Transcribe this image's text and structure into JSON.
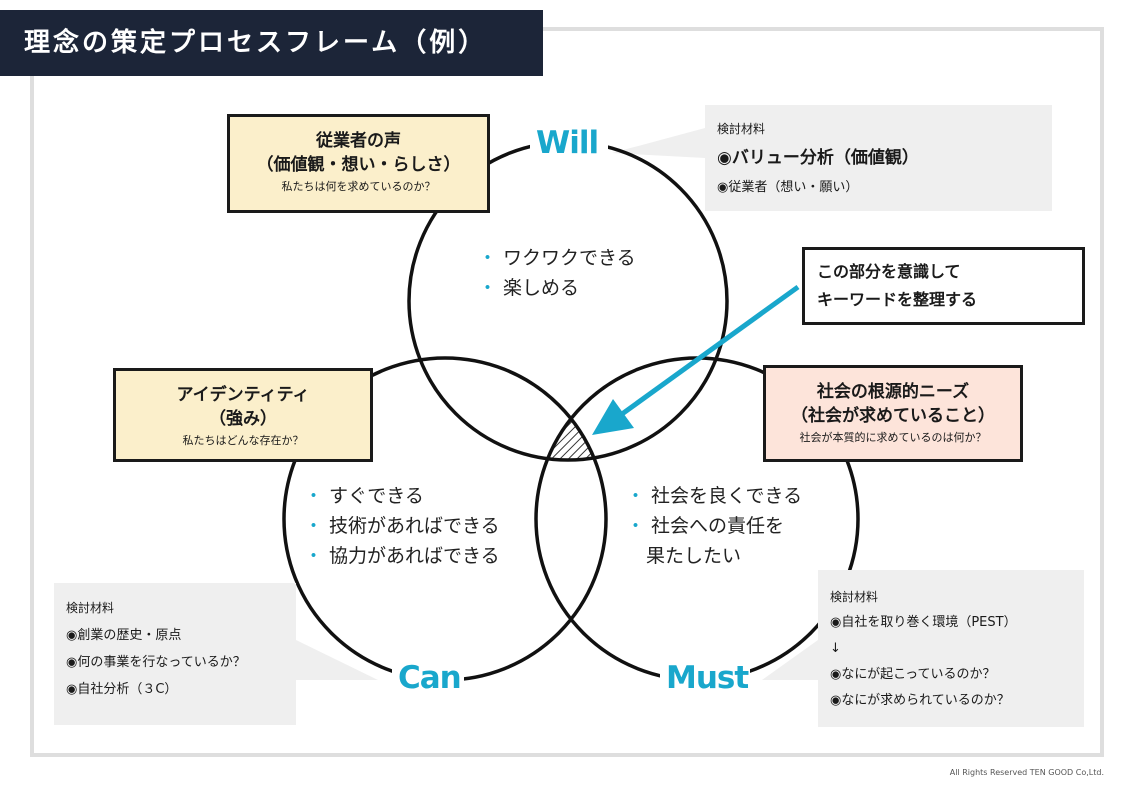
{
  "title": "理念の策定プロセスフレーム（例）",
  "labels": {
    "will": "Will",
    "can": "Can",
    "must": "Must"
  },
  "boxes": {
    "employee": {
      "title1": "従業者の声",
      "title2": "（価値観・想い・らしさ）",
      "sub": "私たちは何を求めているのか？"
    },
    "identity": {
      "title1": "アイデンティティ",
      "title2": "（強み）",
      "sub": "私たちはどんな存在か？"
    },
    "social": {
      "title1": "社会の根源的ニーズ",
      "title2": "（社会が求めていること）",
      "sub": "社会が本質的に求めているのは何か？"
    }
  },
  "notes": {
    "will": {
      "heading": "検討材料",
      "lines": [
        "◉バリュー分析（価値観）",
        "◉従業者（想い・願い）"
      ]
    },
    "can": {
      "heading": "検討材料",
      "lines": [
        "◉創業の歴史・原点",
        "◉何の事業を行なっているか？",
        "◉自社分析（３C）"
      ]
    },
    "must": {
      "heading": "検討材料",
      "lines": [
        "◉自社を取り巻く環境（PEST）",
        "↓",
        "◉なにが起こっているのか？",
        "◉なにが求められているのか？"
      ]
    }
  },
  "bullets": {
    "will": [
      "ワクワクできる",
      "楽しめる"
    ],
    "can": [
      "すぐできる",
      "技術があればできる",
      "協力があればできる"
    ],
    "must": [
      "社会を良くできる",
      "社会への責任を",
      "果たしたい"
    ]
  },
  "bullet_mark": "・",
  "callout": {
    "line1": "この部分を意識して",
    "line2": "キーワードを整理する"
  },
  "copyright": "All Rights Reserved TEN GOOD Co,Ltd.",
  "colors": {
    "accent": "#19a7cc",
    "title_bg": "#1c2538",
    "yellow": "#fbefcb",
    "pink": "#fde4da",
    "note_bg": "#efefef"
  }
}
